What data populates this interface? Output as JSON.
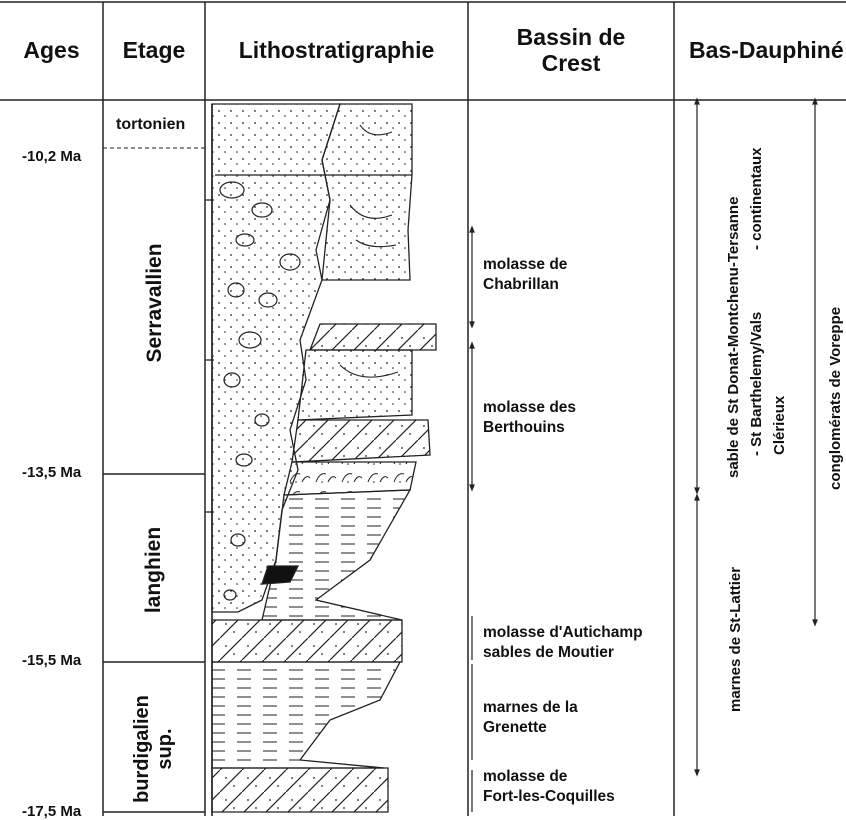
{
  "headers": {
    "ages": "Ages",
    "etage": "Etage",
    "litho": "Lithostratigraphie",
    "bassin_line1": "Bassin de",
    "bassin_line2": "Crest",
    "bas_dauphine": "Bas-Dauphiné"
  },
  "ages": [
    "-10,2 Ma",
    "-13,5 Ma",
    "-15,5 Ma",
    "-17,5 Ma"
  ],
  "etages": {
    "tortonien": "tortonien",
    "serravallien": "Serravallien",
    "langhien": "langhien",
    "burdigalien_1": "burdigalien",
    "burdigalien_2": "sup."
  },
  "bassin_units": [
    {
      "line1": "molasse de",
      "line2": "Chabrillan"
    },
    {
      "line1": "molasse des",
      "line2": "Berthouins"
    },
    {
      "line1": "molasse d'Autichamp",
      "line2": "sables de Moutier"
    },
    {
      "line1": "marnes de la",
      "line2": "Grenette"
    },
    {
      "line1": "molasse de",
      "line2": "Fort-les-Coquilles"
    }
  ],
  "bas_dauphine": {
    "sable_line1": "sable de St Donat-Montchenu-Tersanne",
    "sable_line2a": "- St Barthelemy/Vals",
    "sable_line2b": "- continentaux",
    "sable_line3": "Clérieux",
    "marnes": "marnes de St-Lattier",
    "conglomerats": "conglomérats de Voreppe"
  }
}
